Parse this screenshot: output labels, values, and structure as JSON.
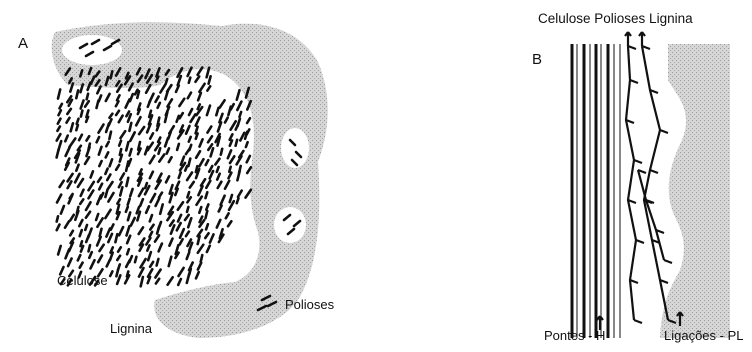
{
  "panel_a": {
    "letter": "A",
    "labels": {
      "cellulose": "Celulose",
      "polyoses": "Polioses",
      "lignin": "Lignina"
    }
  },
  "panel_b": {
    "letter": "B",
    "header": "Celulose Polioses Lignina",
    "labels": {
      "h_bridges": "Pontes - H",
      "bonds": "Ligações - PL"
    }
  },
  "colors": {
    "lignin_fill": "#cfcfcf",
    "ink": "#111111",
    "background": "#ffffff"
  }
}
